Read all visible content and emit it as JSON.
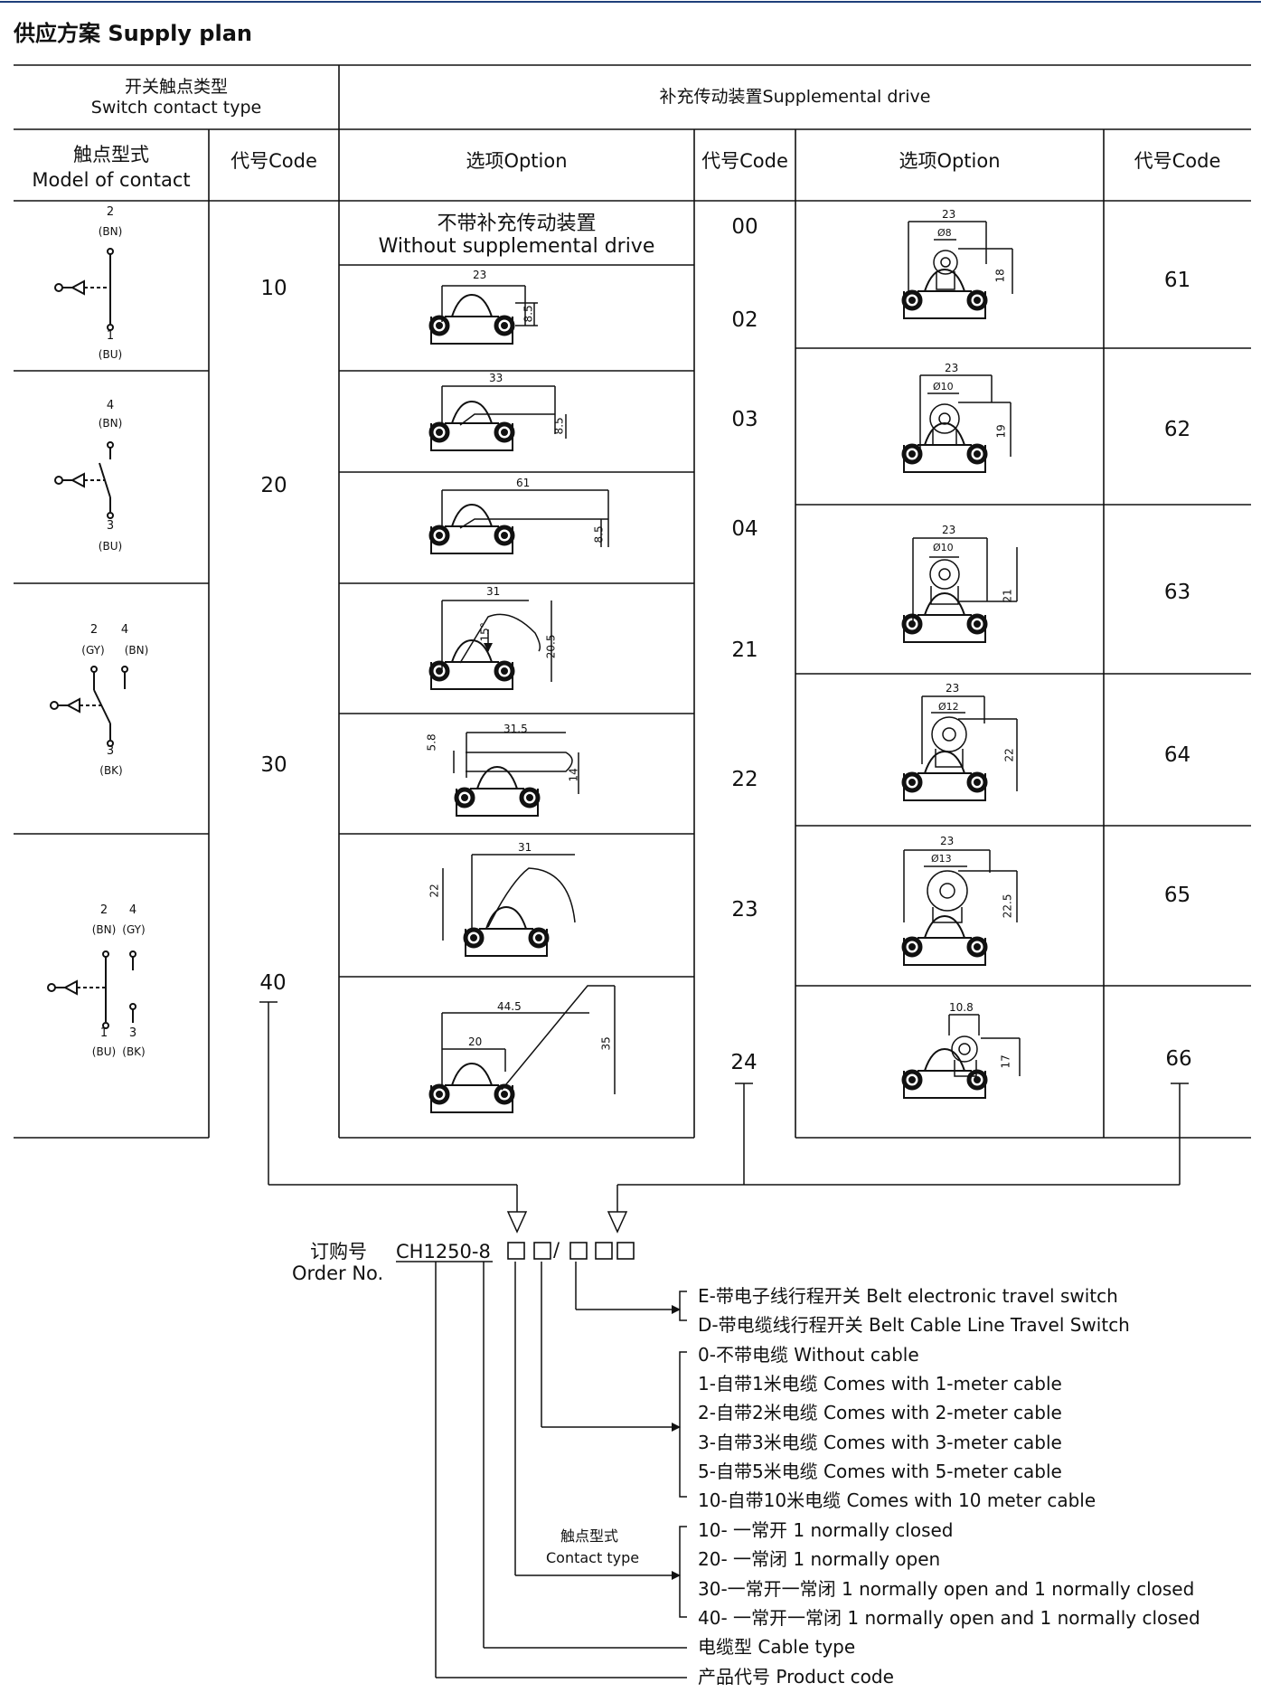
{
  "section_title": "供应方案  Supply plan",
  "switch_contact_type": {
    "cn": "开关触点类型",
    "en": "Switch contact type"
  },
  "supplemental_drive": "补充传动装置Supplemental drive",
  "columns": {
    "model_of_contact": {
      "cn": "触点型式",
      "en": "Model of contact"
    },
    "code": "代号Code",
    "option": "选项Option"
  },
  "contact_rows": [
    {
      "code": "10",
      "terminals": [
        {
          "num": "2",
          "wire": "(BN)"
        },
        {
          "num": "1",
          "wire": "(BU)"
        }
      ]
    },
    {
      "code": "20",
      "terminals": [
        {
          "num": "4",
          "wire": "(BN)"
        },
        {
          "num": "3",
          "wire": "(BU)"
        }
      ]
    },
    {
      "code": "30",
      "terminals": [
        {
          "num": "2",
          "wire": "(GY)"
        },
        {
          "num": "4",
          "wire": "(BN)"
        },
        {
          "num": "3",
          "wire": "(BK)"
        }
      ]
    },
    {
      "code": "40",
      "terminals": [
        {
          "num": "2",
          "wire": "(BN)"
        },
        {
          "num": "4",
          "wire": "(GY)"
        },
        {
          "num": "1",
          "wire": "(BU)"
        },
        {
          "num": "3",
          "wire": "(BK)"
        }
      ]
    }
  ],
  "drive_options_left": [
    {
      "code": "00",
      "label_cn": "不带补充传动装置",
      "label_en": "Without supplemental drive"
    },
    {
      "code": "02",
      "dims": [
        "23",
        "8.5"
      ]
    },
    {
      "code": "03",
      "dims": [
        "33",
        "8.5"
      ]
    },
    {
      "code": "04",
      "dims": [
        "61",
        "8.5"
      ]
    },
    {
      "code": "21",
      "dims": [
        "31",
        "15°",
        "20.5"
      ]
    },
    {
      "code": "22",
      "dims": [
        "31.5",
        "5.8",
        "14"
      ]
    },
    {
      "code": "23",
      "dims": [
        "31",
        "22"
      ]
    },
    {
      "code": "24",
      "dims": [
        "44.5",
        "20",
        "35"
      ]
    }
  ],
  "drive_options_right": [
    {
      "code": "61",
      "dims": [
        "23",
        "Ø8",
        "18"
      ]
    },
    {
      "code": "62",
      "dims": [
        "23",
        "Ø10",
        "19"
      ]
    },
    {
      "code": "63",
      "dims": [
        "23",
        "Ø10",
        "21"
      ]
    },
    {
      "code": "64",
      "dims": [
        "23",
        "Ø12",
        "22"
      ]
    },
    {
      "code": "65",
      "dims": [
        "23",
        "Ø13",
        "22.5"
      ]
    },
    {
      "code": "66",
      "dims": [
        "10.8",
        "17"
      ]
    }
  ],
  "order": {
    "label_cn": "订购号",
    "label_en": "Order No.",
    "prefix": "CH1250-8",
    "slash": "/",
    "contact_type_cn": "触点型式",
    "contact_type_en": "Contact type"
  },
  "legend": {
    "switch_types": [
      "E-带电子线行程开关 Belt electronic travel switch",
      "D-带电缆线行程开关 Belt Cable Line Travel Switch"
    ],
    "cables": [
      "0-不带电缆 Without cable",
      "1-自带1米电缆 Comes with 1-meter cable",
      "2-自带2米电缆 Comes with 2-meter cable",
      "3-自带3米电缆 Comes with 3-meter cable",
      "5-自带5米电缆 Comes with 5-meter cable",
      "10-自带10米电缆 Comes with 10 meter cable"
    ],
    "contacts": [
      "10- 一常开 1 normally closed",
      "20- 一常闭 1 normally open",
      "30-一常开一常闭 1 normally open and 1 normally closed",
      "40- 一常开一常闭 1 normally open and 1 normally closed"
    ],
    "cable_type": "电缆型 Cable type",
    "product_code": "产品代号 Product code"
  }
}
